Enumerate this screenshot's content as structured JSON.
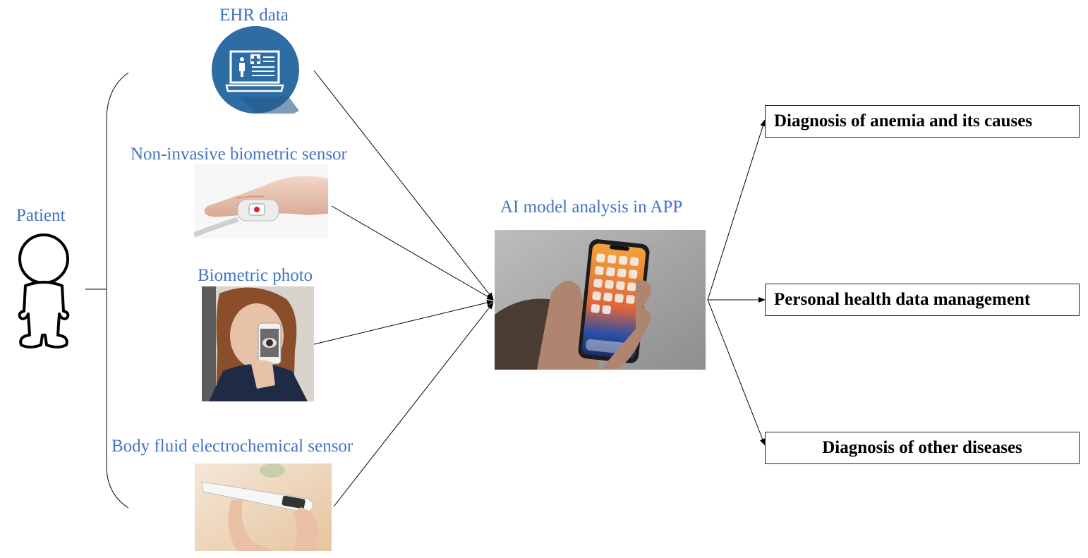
{
  "patient": {
    "label": "Patient",
    "icon": "person-icon"
  },
  "inputs": [
    {
      "label": "EHR data",
      "icon": "ehr-laptop-icon"
    },
    {
      "label": "Non-invasive biometric sensor",
      "icon": "finger-sensor-photo"
    },
    {
      "label": "Biometric photo",
      "icon": "eye-photo"
    },
    {
      "label": "Body fluid electrochemical sensor",
      "icon": "fluid-sensor-photo"
    }
  ],
  "center": {
    "label": "AI model analysis in APP",
    "icon": "smartphone-photo"
  },
  "outputs": [
    {
      "label": "Diagnosis of anemia and its causes"
    },
    {
      "label": "Personal health data management"
    },
    {
      "label": "Diagnosis of other diseases"
    }
  ],
  "colors": {
    "label_blue": "#4472c4",
    "ehr_circle": "#2e6da4",
    "line": "#000000"
  }
}
